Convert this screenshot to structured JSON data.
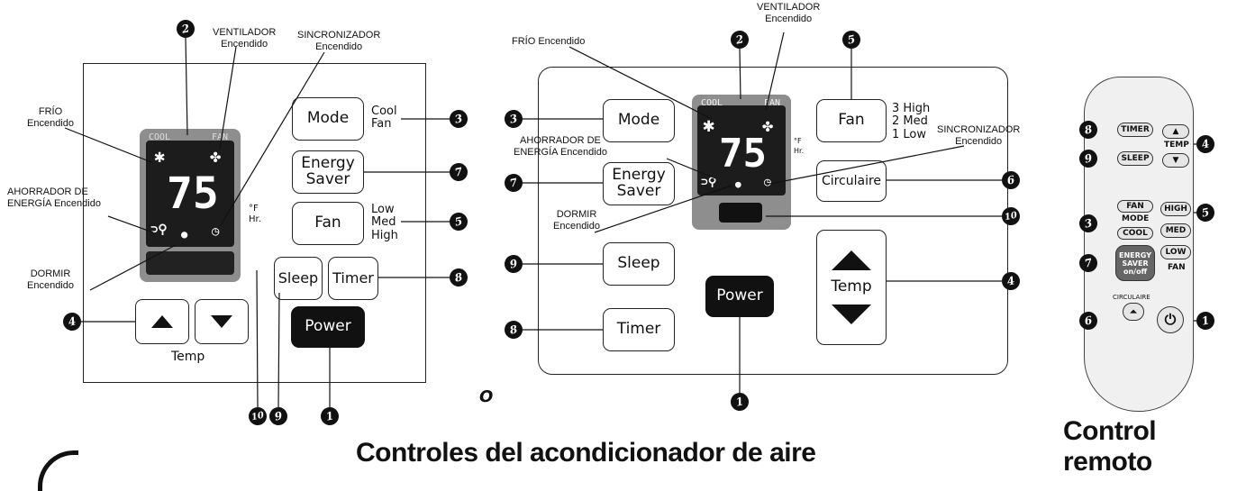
{
  "title": "Controles del acondicionador de aire",
  "remote_title": "Control remoto",
  "stray_mark": "O",
  "left_panel": {
    "display": {
      "cool": "COOL",
      "fan": "FAN",
      "temp": "75",
      "unit_f": "°F",
      "unit_hr": "Hr."
    },
    "buttons": {
      "mode": "Mode",
      "energy_line1": "Energy",
      "energy_line2": "Saver",
      "fan": "Fan",
      "sleep": "Sleep",
      "timer": "Timer",
      "power": "Power"
    },
    "mode_options": [
      "Cool",
      "Fan"
    ],
    "fan_options": [
      "Low",
      "Med",
      "High"
    ],
    "temp_label": "Temp",
    "annotations": {
      "ventilador": [
        "VENTILADOR",
        "Encendido"
      ],
      "sincronizador": [
        "SINCRONIZADOR",
        "Encendido"
      ],
      "frio": [
        "FRÍO",
        "Encendido"
      ],
      "ahorrador": [
        "AHORRADOR DE",
        "ENERGÍA Encendido"
      ],
      "dormir": [
        "DORMIR",
        "Encendido"
      ]
    },
    "badges": {
      "b2": "2",
      "b3": "3",
      "b7": "7",
      "b5": "5",
      "b8": "8",
      "b4": "4",
      "b10": "10",
      "b9": "9",
      "b1": "1"
    }
  },
  "middle_panel": {
    "display": {
      "cool": "COOL",
      "fan": "FAN",
      "temp": "75",
      "unit_f": "°F",
      "unit_hr": "Hr."
    },
    "buttons": {
      "mode": "Mode",
      "energy_line1": "Energy",
      "energy_line2": "Saver",
      "fan": "Fan",
      "circulaire": "Circulaire",
      "sleep": "Sleep",
      "timer": "Timer",
      "power": "Power",
      "temp": "Temp"
    },
    "fan_options": [
      "3 High",
      "2 Med",
      "1 Low"
    ],
    "annotations": {
      "frio": [
        "FRÍO Encendido"
      ],
      "ventilador": [
        "VENTILADOR",
        "Encendido"
      ],
      "ahorrador": [
        "AHORRADOR DE",
        "ENERGÍA Encendido"
      ],
      "sincronizador": [
        "SINCRONIZADOR",
        "Encendido"
      ],
      "dormir": [
        "DORMIR",
        "Encendido"
      ]
    },
    "badges": {
      "b2": "2",
      "b5": "5",
      "b3": "3",
      "b7": "7",
      "b6": "6",
      "b10": "10",
      "b9": "9",
      "b4": "4",
      "b8": "8",
      "b1": "1"
    }
  },
  "remote": {
    "buttons": {
      "timer": "TIMER",
      "sleep": "SLEEP",
      "fan": "FAN",
      "mode": "MODE",
      "cool": "COOL",
      "energy1": "ENERGY",
      "energy2": "SAVER",
      "onoff": "on/off",
      "temp": "TEMP",
      "high": "HIGH",
      "med": "MED",
      "low": "LOW",
      "fan_label": "FAN",
      "circulaire": "CIRCULAIRE"
    },
    "badges": {
      "b8": "8",
      "b9": "9",
      "b3": "3",
      "b7": "7",
      "b6": "6",
      "b4": "4",
      "b5": "5",
      "b1": "1"
    }
  }
}
